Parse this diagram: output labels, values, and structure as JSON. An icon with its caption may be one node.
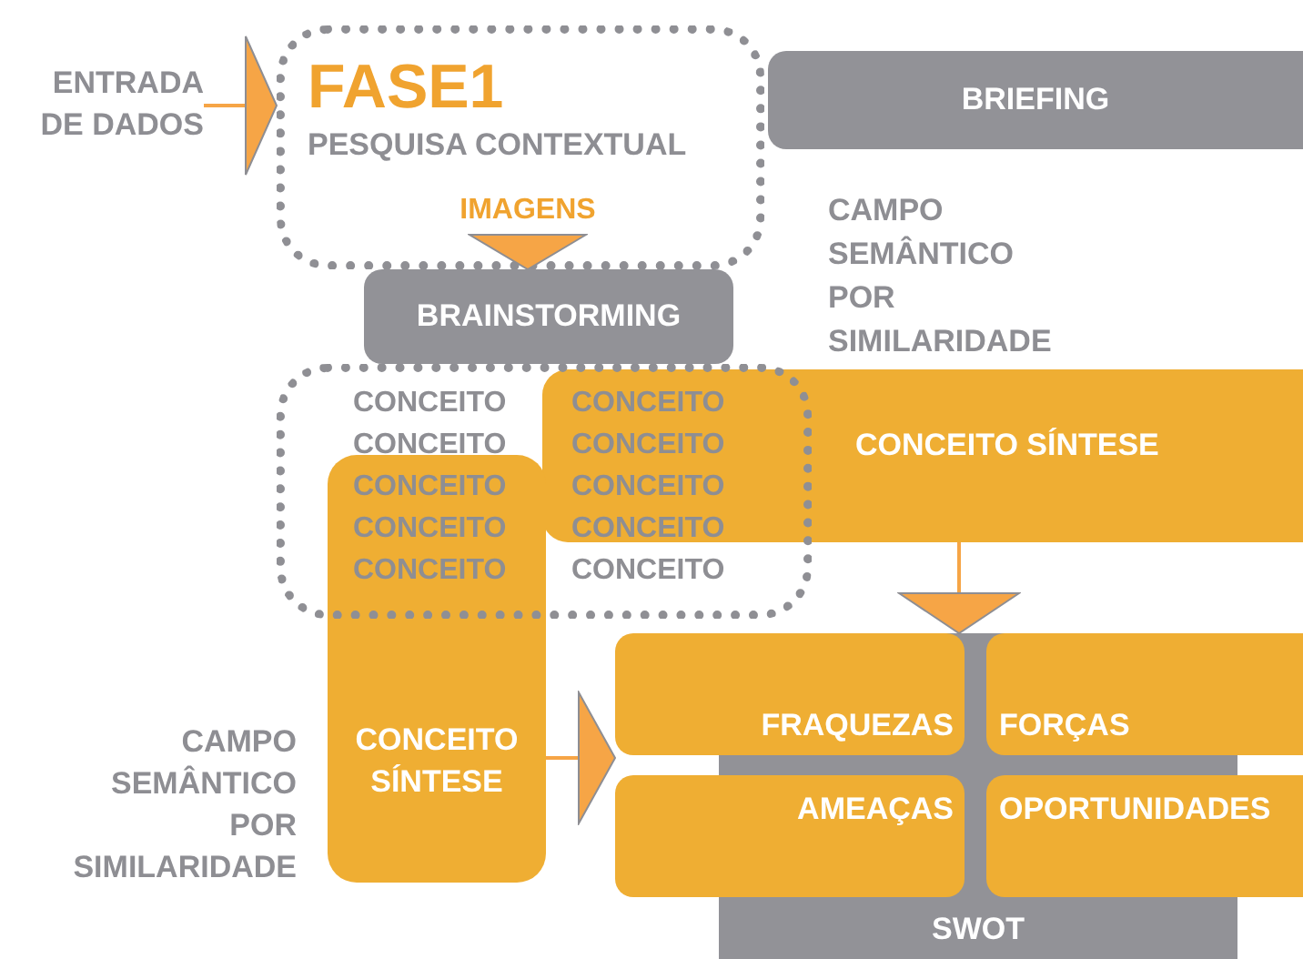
{
  "diagram": {
    "nodes": [
      {
        "text": [
          "ENTRADA DE DADOS"
        ]
      },
      {
        "text": [
          "FASE1",
          "PESQUISA CONTEXTUAL"
        ]
      },
      {
        "text": [
          "IMAGENS"
        ],
        "in": 1
      },
      {
        "text": [
          "BRIEFING"
        ]
      },
      {
        "text": [
          "BRAINSTORMING"
        ]
      },
      {
        "text": [],
        "shape": "box"
      },
      {
        "text": [
          "CONCEITO SÍNTESE"
        ]
      },
      {
        "text": [
          "CONCEITO SÍNTESE"
        ]
      },
      {
        "text": [
          "SWOT"
        ]
      },
      {
        "text": [
          "FRAQUEZAS"
        ],
        "in": 8
      },
      {
        "text": [
          "FORÇAS"
        ],
        "in": 8
      },
      {
        "text": [
          "AMEAÇAS"
        ],
        "in": 8
      },
      {
        "text": [
          "OPORTUNIDADES"
        ],
        "in": 8
      }
    ],
    "edges": [
      {
        "from": 0,
        "to": 1,
        "arrow": "to"
      },
      {
        "from": 2,
        "to": 4,
        "arrow": "to"
      },
      {
        "from": 6,
        "to": 8,
        "arrow": "to"
      },
      {
        "from": 7,
        "to": 8,
        "arrow": "to"
      }
    ],
    "labels": [
      "CAMPO SEMÂNTICO POR SIMILARIDADE",
      "CONCEITO",
      "CONCEITO",
      "CONCEITO",
      "CONCEITO",
      "CONCEITO",
      "CONCEITO",
      "CONCEITO",
      "CONCEITO",
      "CONCEITO",
      "CONCEITO",
      "CAMPO SEMÂNTICO POR SIMILARIDADE"
    ]
  }
}
